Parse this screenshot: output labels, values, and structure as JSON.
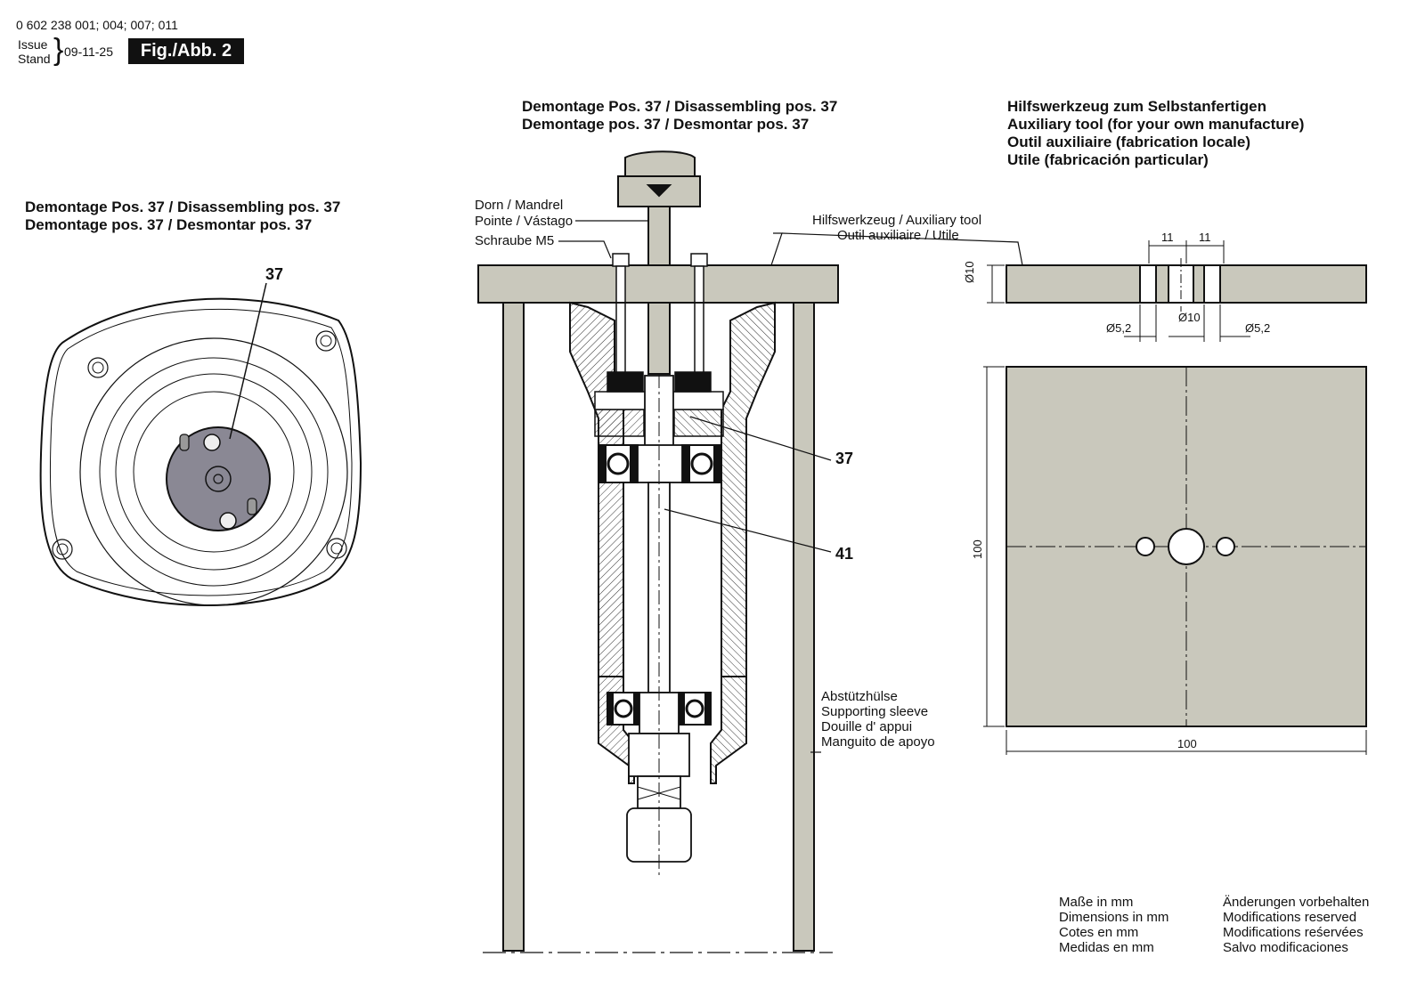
{
  "header": {
    "part_numbers": "0 602 238 001; 004; 007; 011",
    "issue_label": "Issue",
    "stand_label": "Stand",
    "date": "09-11-25",
    "figure": "Fig./Abb. 2"
  },
  "left_view": {
    "title_line1": "Demontage Pos. 37 / Disassembling pos. 37",
    "title_line2": "Demontage pos. 37 / Desmontar pos. 37",
    "callout": "37"
  },
  "middle_view": {
    "title_line1": "Demontage Pos. 37 / Disassembling pos. 37",
    "title_line2": "Demontage pos. 37 / Desmontar pos. 37",
    "mandrel_line1": "Dorn / Mandrel",
    "mandrel_line2": "Pointe / Vástago",
    "screw": "Schraube M5",
    "aux_tool_line1": "Hilfswerkzeug / Auxiliary tool",
    "aux_tool_line2": "Outil auxiliaire / Utile",
    "callout_37": "37",
    "callout_41": "41",
    "sleeve_line1": "Abstützhülse",
    "sleeve_line2": "Supporting sleeve",
    "sleeve_line3": "Douille d' appui",
    "sleeve_line4": "Manguito de apoyo"
  },
  "right_view": {
    "title_line1": "Hilfswerkzeug zum Selbstanfertigen",
    "title_line2": "Auxiliary tool (for your own manufacture)",
    "title_line3": "Outil auxiliaire (fabrication locale)",
    "title_line4": "Utile (fabricación particular)",
    "dim_11a": "11",
    "dim_11b": "11",
    "dim_thickness": "Ø10",
    "dim_hole_left": "Ø5,2",
    "dim_hole_center": "Ø10",
    "dim_hole_right": "Ø5,2",
    "dim_height": "100",
    "dim_width": "100"
  },
  "footer": {
    "units": [
      "Maße in mm",
      "Dimensions in mm",
      "Cotes en mm",
      "Medidas en mm"
    ],
    "modifications": [
      "Änderungen vorbehalten",
      "Modifications reserved",
      "Modifications reśervées",
      "Salvo modificaciones"
    ]
  },
  "colors": {
    "plate_fill": "#c9c8bc",
    "hub_fill": "#8a8894",
    "line": "#111111",
    "figure_box": "#111111"
  }
}
